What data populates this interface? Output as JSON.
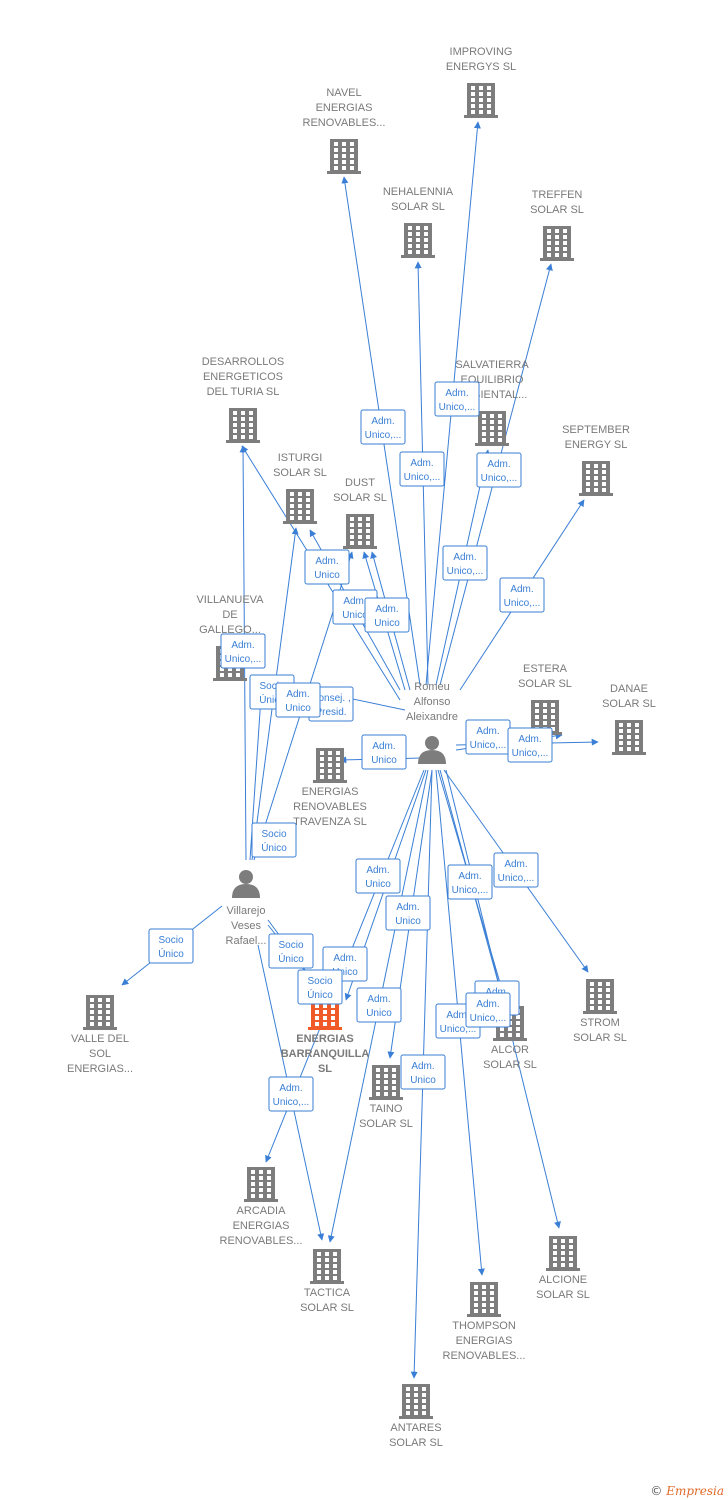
{
  "colors": {
    "edge": "#3a7fd5",
    "building": "#7d7d7d",
    "focus": "#f05a28",
    "person": "#7d7d7d"
  },
  "footer": {
    "copyright": "©",
    "brand": "Empresia"
  },
  "nodes": [
    {
      "id": "improving",
      "type": "company",
      "label": [
        "IMPROVING",
        "ENERGYS SL"
      ]
    },
    {
      "id": "navel",
      "type": "company",
      "label": [
        "NAVEL",
        "ENERGIAS",
        "RENOVABLES..."
      ]
    },
    {
      "id": "nehalennia",
      "type": "company",
      "label": [
        "NEHALENNIA",
        "SOLAR SL"
      ]
    },
    {
      "id": "treffen",
      "type": "company",
      "label": [
        "TREFFEN",
        "SOLAR SL"
      ]
    },
    {
      "id": "desarrollos",
      "type": "company",
      "label": [
        "DESARROLLOS",
        "ENERGETICOS",
        "DEL TURIA SL"
      ]
    },
    {
      "id": "salvatierra",
      "type": "company",
      "label": [
        "SALVATIERRA",
        "EQUILIBRIO",
        "AMBIENTAL..."
      ]
    },
    {
      "id": "september",
      "type": "company",
      "label": [
        "SEPTEMBER",
        "ENERGY SL"
      ]
    },
    {
      "id": "isturgi",
      "type": "company",
      "label": [
        "ISTURGI",
        "SOLAR SL"
      ]
    },
    {
      "id": "dust",
      "type": "company",
      "label": [
        "DUST",
        "SOLAR SL"
      ]
    },
    {
      "id": "villanueva",
      "type": "company",
      "label": [
        "VILLANUEVA",
        "DE",
        "GALLEGO..."
      ]
    },
    {
      "id": "estera",
      "type": "company",
      "label": [
        "ESTERA",
        "SOLAR SL"
      ]
    },
    {
      "id": "danae",
      "type": "company",
      "label": [
        "DANAE",
        "SOLAR SL"
      ]
    },
    {
      "id": "romeu",
      "type": "person",
      "label": [
        "Romeu",
        "Alfonso",
        "Aleixandre"
      ]
    },
    {
      "id": "travenza",
      "type": "company",
      "label": [
        "ENERGIAS",
        "RENOVABLES",
        "TRAVENZA SL"
      ]
    },
    {
      "id": "villarejo",
      "type": "person",
      "label": [
        "Villarejo",
        "Veses",
        "Rafael..."
      ]
    },
    {
      "id": "valle",
      "type": "company",
      "label": [
        "VALLE DEL",
        "SOL",
        "ENERGIAS..."
      ]
    },
    {
      "id": "barranquilla",
      "type": "focus",
      "label": [
        "ENERGIAS",
        "BARRANQUILLA",
        "SL"
      ]
    },
    {
      "id": "strom",
      "type": "company",
      "label": [
        "STROM",
        "SOLAR SL"
      ]
    },
    {
      "id": "alcor",
      "type": "company",
      "label": [
        "ALCOR",
        "SOLAR SL"
      ]
    },
    {
      "id": "taino",
      "type": "company",
      "label": [
        "TAINO",
        "SOLAR SL"
      ]
    },
    {
      "id": "arcadia",
      "type": "company",
      "label": [
        "ARCADIA",
        "ENERGIAS",
        "RENOVABLES..."
      ]
    },
    {
      "id": "tactica",
      "type": "company",
      "label": [
        "TACTICA",
        "SOLAR SL"
      ]
    },
    {
      "id": "alcione",
      "type": "company",
      "label": [
        "ALCIONE",
        "SOLAR SL"
      ]
    },
    {
      "id": "thompson",
      "type": "company",
      "label": [
        "THOMPSON",
        "ENERGIAS",
        "RENOVABLES..."
      ]
    },
    {
      "id": "antares",
      "type": "company",
      "label": [
        "ANTARES",
        "SOLAR SL"
      ]
    }
  ],
  "edges": [
    {
      "from": "romeu",
      "to": "navel",
      "label": [
        "Adm.",
        "Unico,..."
      ]
    },
    {
      "from": "romeu",
      "to": "improving",
      "label": [
        "Adm.",
        "Unico,..."
      ]
    },
    {
      "from": "romeu",
      "to": "nehalennia",
      "label": [
        "Adm.",
        "Unico,..."
      ]
    },
    {
      "from": "romeu",
      "to": "treffen",
      "label": [
        "Adm.",
        "Unico,..."
      ]
    },
    {
      "from": "romeu",
      "to": "salvatierra",
      "label": [
        "Adm.",
        "Unico,..."
      ]
    },
    {
      "from": "romeu",
      "to": "september",
      "label": [
        "Adm.",
        "Unico,..."
      ]
    },
    {
      "from": "romeu",
      "to": "isturgi",
      "label": [
        "Adm.",
        "Unico"
      ]
    },
    {
      "from": "romeu",
      "to": "dust",
      "label": [
        "Adm.",
        "Unico"
      ]
    },
    {
      "from": "romeu",
      "to": "dust",
      "label": [
        "Adm.",
        "Unico"
      ]
    },
    {
      "from": "romeu",
      "to": "villanueva",
      "label": [
        "Consej. ,",
        "Presid."
      ]
    },
    {
      "from": "romeu",
      "to": "estera",
      "label": [
        "Adm.",
        "Unico,..."
      ]
    },
    {
      "from": "romeu",
      "to": "danae",
      "label": [
        "Adm.",
        "Unico,..."
      ]
    },
    {
      "from": "romeu",
      "to": "travenza",
      "label": [
        "Adm.",
        "Unico"
      ]
    },
    {
      "from": "romeu",
      "to": "strom",
      "label": [
        "Adm.",
        "Unico,..."
      ]
    },
    {
      "from": "romeu",
      "to": "alcor",
      "label": [
        "Adm.",
        "Unico,..."
      ]
    },
    {
      "from": "romeu",
      "to": "alcor",
      "label": [
        "Adm.",
        "Unico"
      ]
    },
    {
      "from": "romeu",
      "to": "taino",
      "label": [
        "Adm.",
        "Unico"
      ]
    },
    {
      "from": "romeu",
      "to": "barranquilla",
      "label": [
        "Adm.",
        "Unico"
      ]
    },
    {
      "from": "romeu",
      "to": "arcadia",
      "label": [
        "Adm.",
        "Unico"
      ]
    },
    {
      "from": "romeu",
      "to": "tactica",
      "label": [
        "Adm.",
        "Unico"
      ]
    },
    {
      "from": "romeu",
      "to": "thompson",
      "label": [
        "Adm.",
        "Unico,..."
      ]
    },
    {
      "from": "romeu",
      "to": "alcione",
      "label": [
        "Adm.",
        "Unico,..."
      ]
    },
    {
      "from": "romeu",
      "to": "antares",
      "label": [
        "Adm.",
        "Unico"
      ]
    },
    {
      "from": "romeu",
      "to": "desarrollos",
      "label": [
        "Adm.",
        "Unico,..."
      ]
    },
    {
      "from": "villarejo",
      "to": "desarrollos",
      "label": [
        "Adm.",
        "Unico,..."
      ]
    },
    {
      "from": "villarejo",
      "to": "villanueva",
      "label": [
        "Socio",
        "Único"
      ]
    },
    {
      "from": "villarejo",
      "to": "isturgi",
      "label": [
        "Adm.",
        "Unico"
      ]
    },
    {
      "from": "villarejo",
      "to": "dust",
      "label": [
        "Socio",
        "Único"
      ]
    },
    {
      "from": "villarejo",
      "to": "valle",
      "label": [
        "Socio",
        "Único"
      ]
    },
    {
      "from": "villarejo",
      "to": "barranquilla",
      "label": [
        "Socio",
        "Único"
      ]
    },
    {
      "from": "villarejo",
      "to": "barranquilla",
      "label": [
        "Socio",
        "Único"
      ]
    },
    {
      "from": "villarejo",
      "to": "tactica",
      "label": [
        "Adm.",
        "Unico,..."
      ]
    }
  ]
}
